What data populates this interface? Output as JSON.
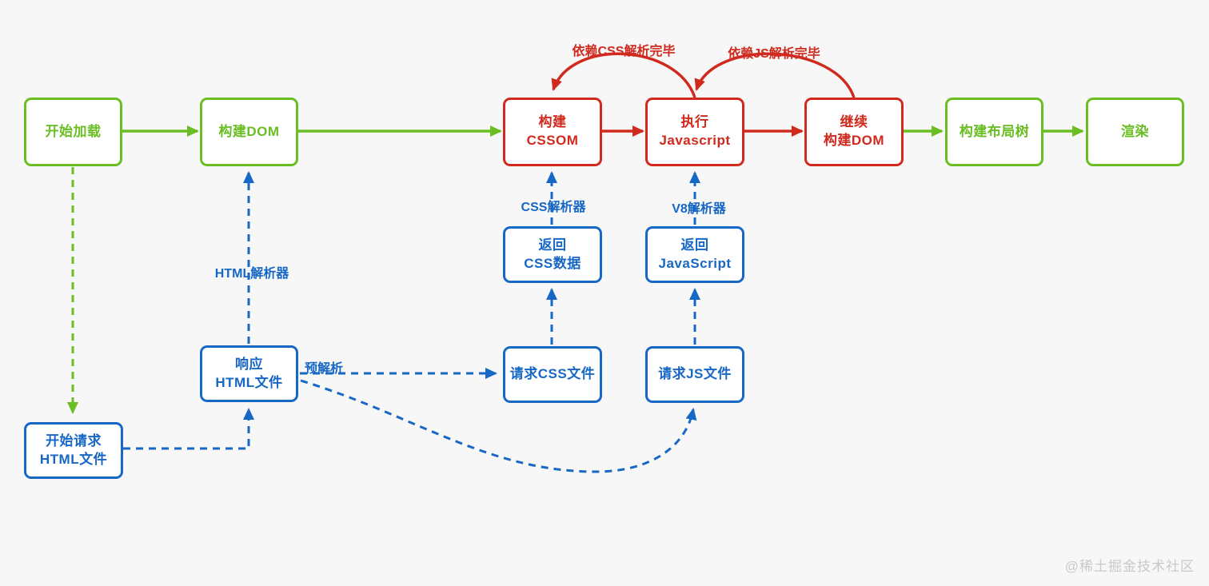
{
  "colors": {
    "green": "#6abe23",
    "red": "#d02a1e",
    "blue": "#1767c5",
    "background": "#f7f7f7",
    "watermark_gray": "#c9c9c9"
  },
  "nodes": {
    "start_load": {
      "line1": "开始加载",
      "line2": ""
    },
    "build_dom": {
      "line1": "构建DOM",
      "line2": ""
    },
    "build_cssom": {
      "line1": "构建",
      "line2": "CSSOM"
    },
    "exec_js": {
      "line1": "执行",
      "line2": "Javascript"
    },
    "continue_build_dom": {
      "line1": "继续",
      "line2": "构建DOM"
    },
    "build_layout_tree": {
      "line1": "构建布局树",
      "line2": ""
    },
    "render": {
      "line1": "渲染",
      "line2": ""
    },
    "return_css_data": {
      "line1": "返回",
      "line2": "CSS数据"
    },
    "return_javascript": {
      "line1": "返回",
      "line2": "JavaScript"
    },
    "respond_html_file": {
      "line1": "响应",
      "line2": "HTML文件"
    },
    "request_css_file": {
      "line1": "请求CSS文件",
      "line2": ""
    },
    "request_js_file": {
      "line1": "请求JS文件",
      "line2": ""
    },
    "start_request_html": {
      "line1": "开始请求",
      "line2": "HTML文件"
    }
  },
  "labels": {
    "depend_css_done": "依赖CSS解析完毕",
    "depend_js_done": "依赖JS解析完毕",
    "css_parser": "CSS解析器",
    "v8_parser": "V8解析器",
    "html_parser": "HTML解析器",
    "pre_parse": "预解析"
  },
  "watermark": "@稀土掘金技术社区"
}
